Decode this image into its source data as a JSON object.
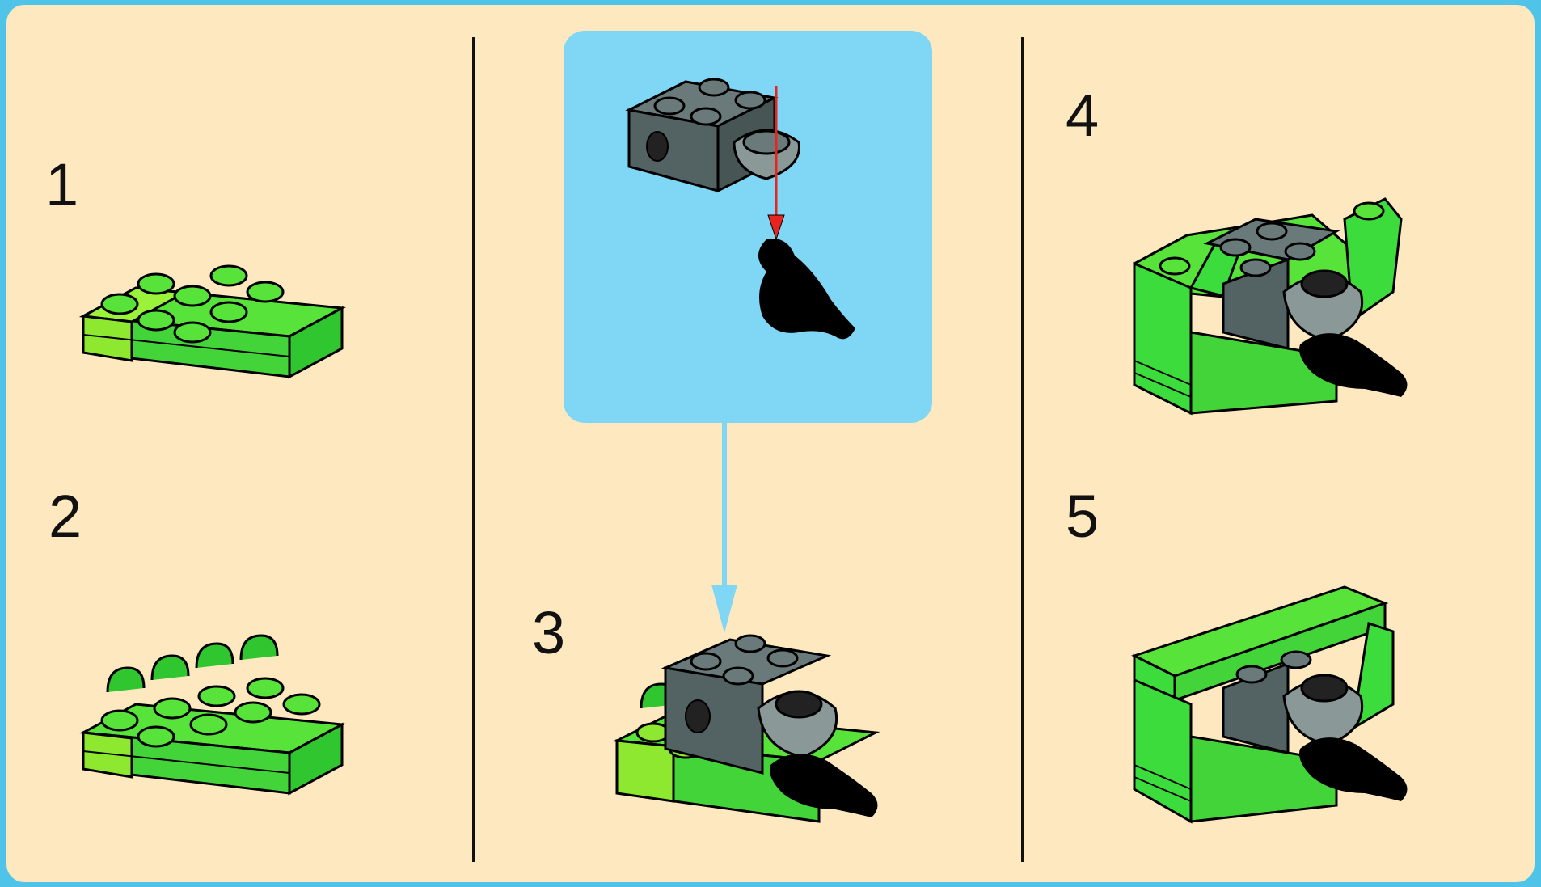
{
  "steps": [
    {
      "number": "1"
    },
    {
      "number": "2"
    },
    {
      "number": "3"
    },
    {
      "number": "4"
    },
    {
      "number": "5"
    }
  ],
  "colors": {
    "background": "#fde8c0",
    "frame": "#4fc3e8",
    "callout": "#7fd6f5",
    "brick_green": "#3ddc3d",
    "brick_lime": "#8ef02f",
    "brick_gray": "#5b6b6b",
    "accent_red": "#e8241e",
    "arrow_blue": "#7fd6f5"
  }
}
